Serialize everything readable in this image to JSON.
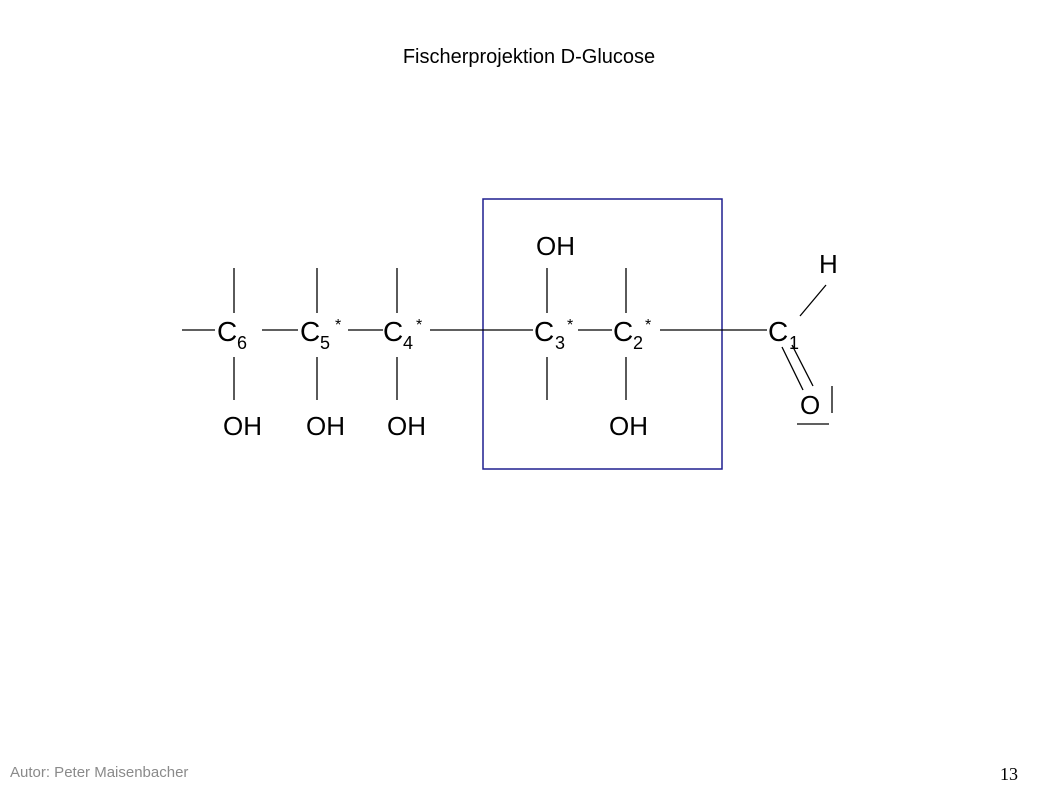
{
  "slide": {
    "title": "Fischerprojektion D-Glucose",
    "author": "Autor: Peter Maisenbacher",
    "page_number": "13"
  },
  "molecule": {
    "carbons": [
      {
        "atom": "C",
        "index": "6",
        "star": ""
      },
      {
        "atom": "C",
        "index": "5",
        "star": "*"
      },
      {
        "atom": "C",
        "index": "4",
        "star": "*"
      },
      {
        "atom": "C",
        "index": "3",
        "star": "*"
      },
      {
        "atom": "C",
        "index": "2",
        "star": "*"
      },
      {
        "atom": "C",
        "index": "1",
        "star": ""
      }
    ],
    "substituents": {
      "c6_bottom": "OH",
      "c5_bottom": "OH",
      "c4_bottom": "OH",
      "c3_top": "OH",
      "c2_bottom": "OH",
      "c1_hydrogen": "H",
      "c1_oxygen": "O"
    }
  },
  "colors": {
    "highlight_box": "#1f1f8f",
    "bond": "#000000"
  }
}
